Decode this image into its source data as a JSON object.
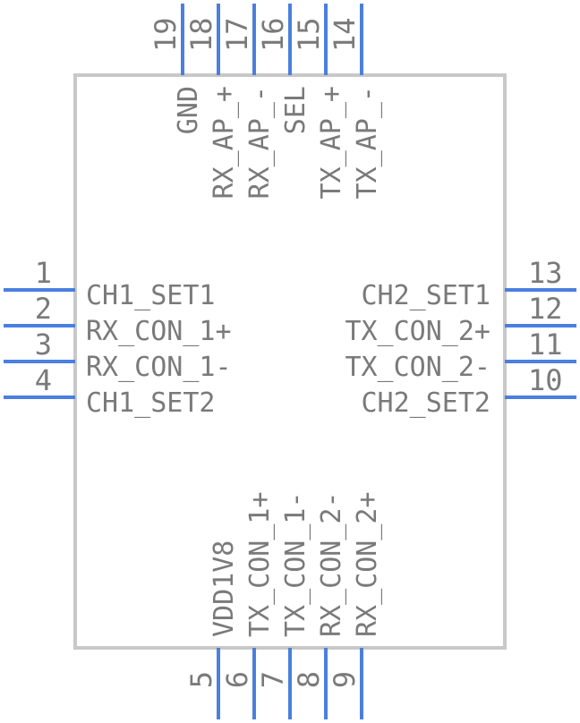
{
  "component": {
    "outline_color": "#c8c8c8",
    "pin_color": "#4a7fe0",
    "text_color": "#7a7a7a",
    "pins": [
      {
        "number": "1",
        "name": "CH1_SET1",
        "side": "left"
      },
      {
        "number": "2",
        "name": "RX_CON_1+",
        "side": "left"
      },
      {
        "number": "3",
        "name": "RX_CON_1-",
        "side": "left"
      },
      {
        "number": "4",
        "name": "CH1_SET2",
        "side": "left"
      },
      {
        "number": "5",
        "name": "VDD1V8",
        "side": "bottom"
      },
      {
        "number": "6",
        "name": "TX_CON_1+",
        "side": "bottom"
      },
      {
        "number": "7",
        "name": "TX_CON_1-",
        "side": "bottom"
      },
      {
        "number": "8",
        "name": "RX_CON_2-",
        "side": "bottom"
      },
      {
        "number": "9",
        "name": "RX_CON_2+",
        "side": "bottom"
      },
      {
        "number": "10",
        "name": "CH2_SET2",
        "side": "right"
      },
      {
        "number": "11",
        "name": "TX_CON_2-",
        "side": "right"
      },
      {
        "number": "12",
        "name": "TX_CON_2+",
        "side": "right"
      },
      {
        "number": "13",
        "name": "CH2_SET1",
        "side": "right"
      },
      {
        "number": "14",
        "name": "TX_AP_-",
        "side": "top"
      },
      {
        "number": "15",
        "name": "TX_AP_+",
        "side": "top"
      },
      {
        "number": "16",
        "name": "SEL",
        "side": "top"
      },
      {
        "number": "17",
        "name": "RX_AP_-",
        "side": "top"
      },
      {
        "number": "18",
        "name": "RX_AP_+",
        "side": "top"
      },
      {
        "number": "19",
        "name": "GND",
        "side": "top"
      }
    ]
  }
}
